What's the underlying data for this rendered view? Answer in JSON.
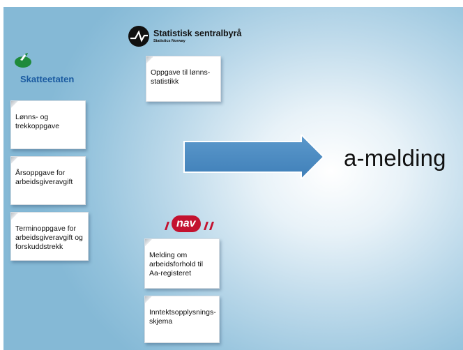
{
  "skatteetaten": {
    "name": "Skatteetaten",
    "documents": [
      "Lønns- og\ntrekkoppgave",
      "Årsoppgave for\narbeidsgiveravgift",
      "Terminoppgave for\narbeidsgiveravgift og\nforskuddstrekk"
    ]
  },
  "ssb": {
    "name": "Statistisk sentralbyrå",
    "subtitle": "Statistics Norway",
    "documents": [
      "Oppgave til lønns-\nstatistikk"
    ]
  },
  "nav": {
    "name": "nav",
    "documents": [
      "Melding om\narbeidsforhold til\nAa-registeret",
      "Inntektsopplysnings-\nskjema"
    ]
  },
  "result": {
    "label": "a-melding"
  },
  "colors": {
    "skatteetaten_green": "#1f8a3b",
    "skatteetaten_blue": "#1a5aa0",
    "nav_red": "#c3122f",
    "arrow_blue": "#4e8ec4"
  },
  "icons": {
    "skatteetaten": "skatteetaten-logo-icon",
    "ssb": "ssb-logo-icon",
    "nav": "nav-logo-icon"
  }
}
